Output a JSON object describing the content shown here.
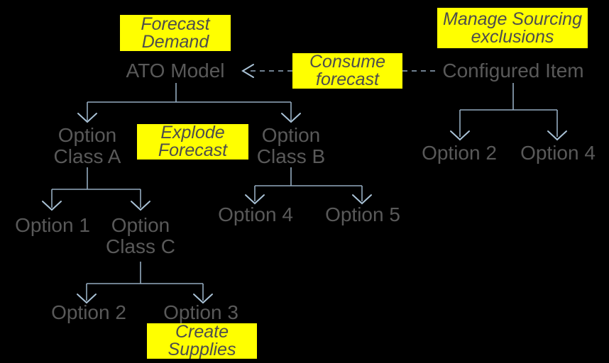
{
  "colors": {
    "background": "#000000",
    "node_text": "#595959",
    "callout_bg": "#ffff00",
    "callout_text": "#4d4d4d",
    "line": "#94abbf",
    "arrow": "#a9c2d6"
  },
  "callouts": {
    "forecast_demand": {
      "line1": "Forecast",
      "line2": "Demand"
    },
    "consume_forecast": {
      "line1": "Consume",
      "line2": "forecast"
    },
    "manage_sourcing_exclusions": {
      "line1": "Manage Sourcing",
      "line2": "exclusions"
    },
    "explode_forecast": {
      "line1": "Explode",
      "line2": "Forecast"
    },
    "create_supplies": {
      "line1": "Create",
      "line2": "Supplies"
    }
  },
  "nodes": {
    "ato_model": {
      "label": "ATO Model"
    },
    "configured_item": {
      "label": "Configured Item"
    },
    "option_class_a": {
      "line1": "Option",
      "line2": "Class A"
    },
    "option_class_b": {
      "line1": "Option",
      "line2": "Class B"
    },
    "option_class_c": {
      "line1": "Option",
      "line2": "Class C"
    },
    "option_1": {
      "label": "Option 1"
    },
    "option_4_under_b": {
      "label": "Option 4"
    },
    "option_5_under_b": {
      "label": "Option 5"
    },
    "option_2_under_c": {
      "label": "Option 2"
    },
    "option_3_under_c": {
      "label": "Option 3"
    },
    "option_2_under_configured": {
      "label": "Option 2"
    },
    "option_4_under_configured": {
      "label": "Option 4"
    }
  }
}
